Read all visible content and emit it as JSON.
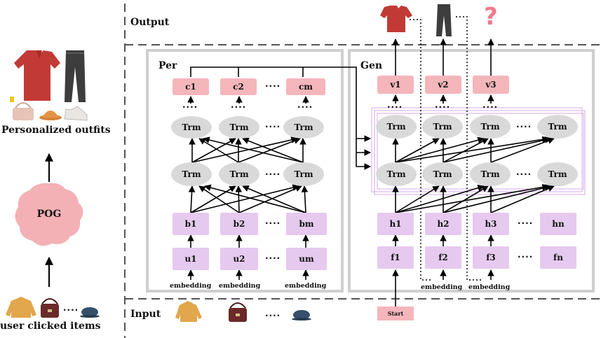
{
  "left": {
    "outfits_label": "Personalized outfits",
    "pog_label": "POG",
    "clicked_label": "user clicked items",
    "ellipsis": "····"
  },
  "sections": {
    "output": "Output",
    "input": "Input",
    "per": "Per",
    "gen": "Gen"
  },
  "per": {
    "c_boxes": [
      "c1",
      "c2",
      "cm"
    ],
    "b_boxes": [
      "b1",
      "b2",
      "bm"
    ],
    "u_boxes": [
      "u1",
      "u2",
      "um"
    ],
    "trm": "Trm",
    "embedding": "embedding",
    "dots": "····"
  },
  "gen": {
    "v_boxes": [
      "v1",
      "v2",
      "v3"
    ],
    "h_boxes": [
      "h1",
      "h2",
      "h3",
      "hn"
    ],
    "f_boxes": [
      "f1",
      "f2",
      "f3",
      "fn"
    ],
    "trm": "Trm",
    "embedding": "embedding",
    "start": "Start",
    "question": "?",
    "dots": "····"
  },
  "icons": [
    "blouse-icon",
    "jeans-icon",
    "handbag-icon",
    "hat-icon",
    "sneaker-icon",
    "sweater-icon",
    "question-icon"
  ],
  "colors": {
    "pink_box": "#f4b6bb",
    "lilac_box": "#e6c9ef",
    "trm_node": "#d9d9d9",
    "pog": "#f3b1b6",
    "panel_border": "#cfcfcf",
    "red_garment": "#c23a36"
  }
}
